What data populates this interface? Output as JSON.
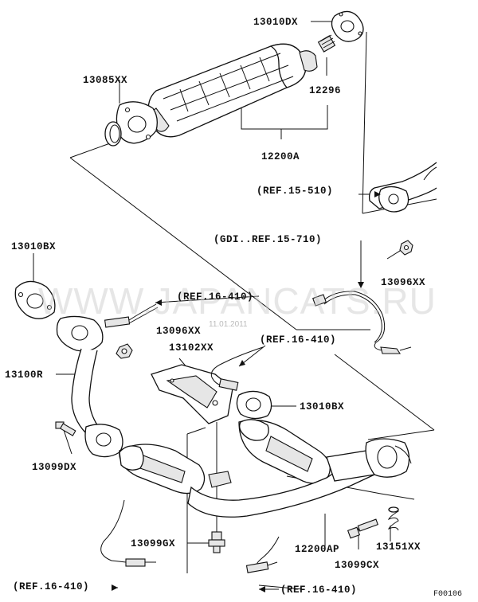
{
  "diagram": {
    "part_labels": {
      "p13010DX": "13010DX",
      "p13085XX": "13085XX",
      "p12296": "12296",
      "p12200A": "12200A",
      "p13010BX_top": "13010BX",
      "p13096XX_right": "13096XX",
      "p13096XX_left": "13096XX",
      "p13102XX": "13102XX",
      "p13100R": "13100R",
      "p13010BX_mid": "13010BX",
      "p13099DX": "13099DX",
      "p13099GX": "13099GX",
      "p12200AP": "12200AP",
      "p13151XX": "13151XX",
      "p13099CX": "13099CX"
    },
    "references": {
      "ref_15_510": "(REF.15-510)",
      "ref_gdi": "(GDI..REF.15-710)",
      "ref_16_410_a": "(REF.16-410)",
      "ref_16_410_b": "(REF.16-410)",
      "ref_16_410_c": "(REF.16-410)",
      "ref_16_410_d": "(REF.16-410)"
    },
    "watermark": "WWW.JAPANCATS.RU",
    "watermark_date": "11.01.2011",
    "figure_code": "F00106"
  }
}
